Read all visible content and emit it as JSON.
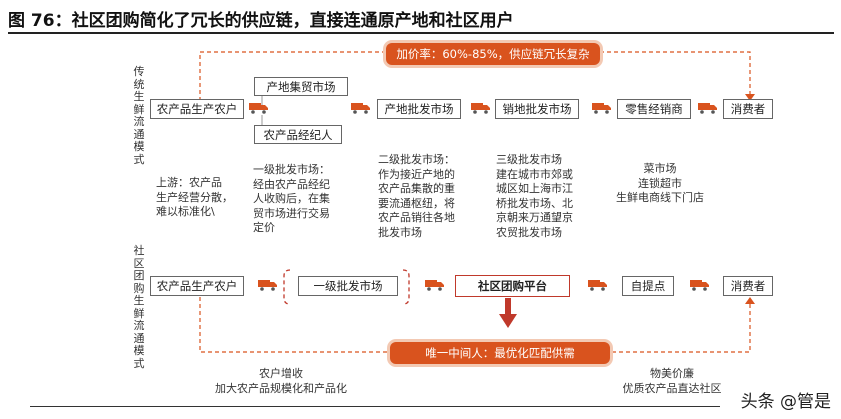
{
  "title": "图 76：社区团购简化了冗长的供应链，直接连通原产地和社区用户",
  "colors": {
    "accent": "#d9531e",
    "dash": "#d9531e",
    "highlight_border": "#c0392b",
    "down_arrow": "#c0392b"
  },
  "traditional": {
    "label": "传统生鲜流通模式",
    "top_callout": "加价率：60%-85%，供应链冗长复杂",
    "boxes": {
      "farmer": "农产品生产农户",
      "origin_market": "产地集贸市场",
      "broker": "农产品经纪人",
      "origin_wholesale": "产地批发市场",
      "sales_wholesale": "销地批发市场",
      "retailer": "零售经销商",
      "consumer": "消费者"
    },
    "notes": {
      "upstream": [
        "上游：农产品",
        "生产经营分散，",
        "难以标准化\\"
      ],
      "level1": [
        "一级批发市场：",
        "经由农产品经纪",
        "人收购后，在集",
        "贸市场进行交易",
        "定价"
      ],
      "level2": [
        "二级批发市场：",
        "作为接近产地的",
        "农产品集散的重",
        "要流通枢纽，将",
        "农产品销往各地",
        "批发市场"
      ],
      "level3": [
        "三级批发市场",
        "建在城市市郊或",
        "城区如上海市江",
        "桥批发市场、北",
        "京朝来万通望京",
        "农贸批发市场"
      ],
      "retail": [
        "菜市场",
        "连锁超市",
        "生鲜电商线下门店"
      ]
    }
  },
  "community": {
    "label": "社区团购生鲜流通模式",
    "boxes": {
      "farmer": "农产品生产农户",
      "level1_market": "一级批发市场",
      "platform": "社区团购平台",
      "pickup": "自提点",
      "consumer": "消费者"
    },
    "bottom_callout": "唯一中间人：最优化匹配供需",
    "notes": {
      "farmer_benefit": [
        "农户增收",
        "加大农产品规模化和产品化"
      ],
      "consumer_benefit": [
        "物美价廉",
        "优质农产品直达社区"
      ]
    }
  },
  "icons": [
    "truck-icon",
    "down-arrow-icon"
  ],
  "watermark": "头条 @管是"
}
